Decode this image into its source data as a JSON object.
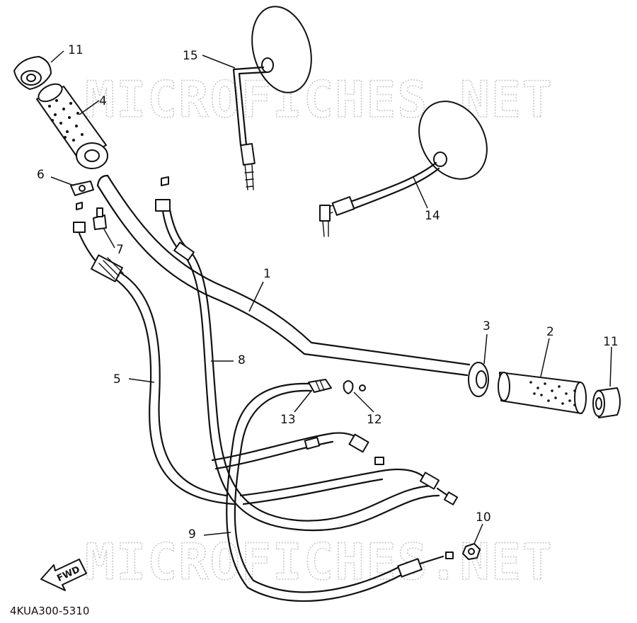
{
  "watermark": "MICROFICHES.NET",
  "catalog_number": "4KUA300-5310",
  "direction_label": "FWD",
  "callouts": [
    "1",
    "2",
    "3",
    "4",
    "5",
    "6",
    "7",
    "8",
    "9",
    "10",
    "11",
    "11",
    "12",
    "13",
    "14",
    "15"
  ],
  "part_icons": [
    "handlebar",
    "grip-right",
    "grip-cap",
    "throttle-grip",
    "throttle-cable",
    "cable-clamp-plate",
    "bolt",
    "throttle-cable",
    "clutch-cable",
    "nut",
    "grip-end-weight",
    "lock-washer",
    "cable-adjuster",
    "mirror-left",
    "mirror-right"
  ]
}
